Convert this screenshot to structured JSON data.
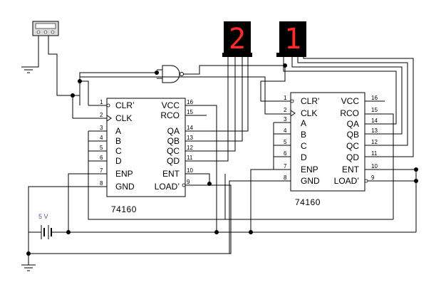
{
  "chips": [
    {
      "name": "74160",
      "left_pins": [
        {
          "num": "1",
          "label": "CLR’"
        },
        {
          "num": "2",
          "label": "CLK"
        },
        {
          "num": "3",
          "label": "A"
        },
        {
          "num": "4",
          "label": "B"
        },
        {
          "num": "5",
          "label": "C"
        },
        {
          "num": "6",
          "label": "D"
        },
        {
          "num": "7",
          "label": "ENP"
        },
        {
          "num": "8",
          "label": "GND"
        }
      ],
      "right_pins": [
        {
          "num": "16",
          "label": "VCC"
        },
        {
          "num": "15",
          "label": "RCO"
        },
        {
          "num": "14",
          "label": "QA"
        },
        {
          "num": "13",
          "label": "QB"
        },
        {
          "num": "12",
          "label": "QC"
        },
        {
          "num": "11",
          "label": "QD"
        },
        {
          "num": "10",
          "label": "ENT"
        },
        {
          "num": "9",
          "label": "LOAD’"
        }
      ]
    },
    {
      "name": "74160",
      "left_pins": [
        {
          "num": "1",
          "label": "CLR’"
        },
        {
          "num": "2",
          "label": "CLK"
        },
        {
          "num": "3",
          "label": "A"
        },
        {
          "num": "4",
          "label": "B"
        },
        {
          "num": "5",
          "label": "C"
        },
        {
          "num": "6",
          "label": "D"
        },
        {
          "num": "7",
          "label": "ENP"
        },
        {
          "num": "8",
          "label": "GND"
        }
      ],
      "right_pins": [
        {
          "num": "16",
          "label": "VCC"
        },
        {
          "num": "15",
          "label": "RCO"
        },
        {
          "num": "14",
          "label": "QA"
        },
        {
          "num": "13",
          "label": "QB"
        },
        {
          "num": "12",
          "label": "QC"
        },
        {
          "num": "11",
          "label": "QD"
        },
        {
          "num": "10",
          "label": "ENT"
        },
        {
          "num": "9",
          "label": "LOAD’"
        }
      ]
    }
  ],
  "displays": [
    {
      "digit": "2"
    },
    {
      "digit": "1"
    }
  ],
  "battery": {
    "label": "5 V"
  },
  "colors": {
    "wire": "#000000",
    "segment_on": "#ff2a2a",
    "segment_off": "#2a0000",
    "source_label": "#5555aa"
  }
}
